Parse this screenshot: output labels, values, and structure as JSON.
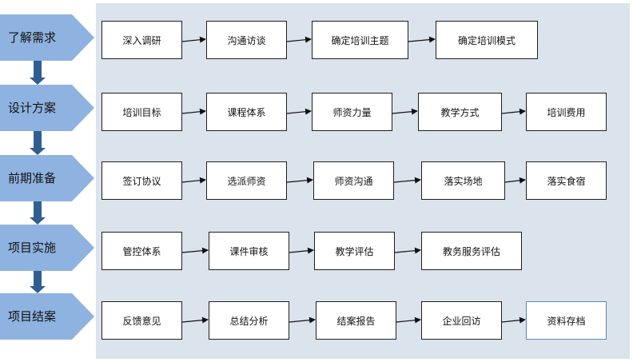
{
  "colors": {
    "phase_fill": "#8fb3e0",
    "down_arrow": "#2f5f92",
    "panel_bg": "#dbe3ec",
    "box_border": "#1f1f1f",
    "highlight_border": "#5a87b8"
  },
  "phases": [
    {
      "label": "了解需求",
      "steps": [
        "深入调研",
        "沟通访谈",
        "确定培训主题",
        "确定培训模式"
      ]
    },
    {
      "label": "设计方案",
      "steps": [
        "培训目标",
        "课程体系",
        "师资力量",
        "教学方式",
        "培训费用"
      ]
    },
    {
      "label": "前期准备",
      "steps": [
        "签订协议",
        "选派师资",
        "师资沟通",
        "落实场地",
        "落实食宿"
      ]
    },
    {
      "label": "项目实施",
      "steps": [
        "管控体系",
        "课件审核",
        "教学评估",
        "教务服务评估"
      ]
    },
    {
      "label": "项目结案",
      "steps": [
        "反馈意见",
        "总结分析",
        "结案报告",
        "企业回访",
        "资料存档"
      ],
      "highlight_last": true
    }
  ]
}
